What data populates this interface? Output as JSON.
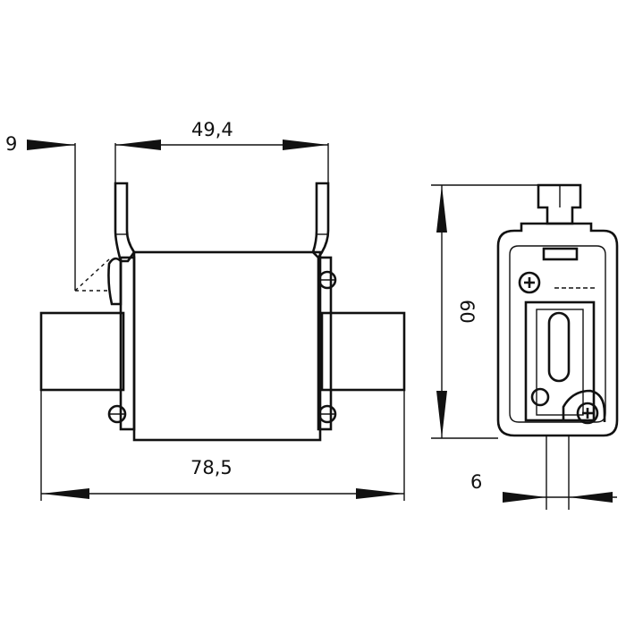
{
  "diagram": {
    "dimensions": {
      "offset_left": "9",
      "contact_spacing": "49,4",
      "overall_length": "78,5",
      "height": "60",
      "tag_offset": "6"
    }
  }
}
